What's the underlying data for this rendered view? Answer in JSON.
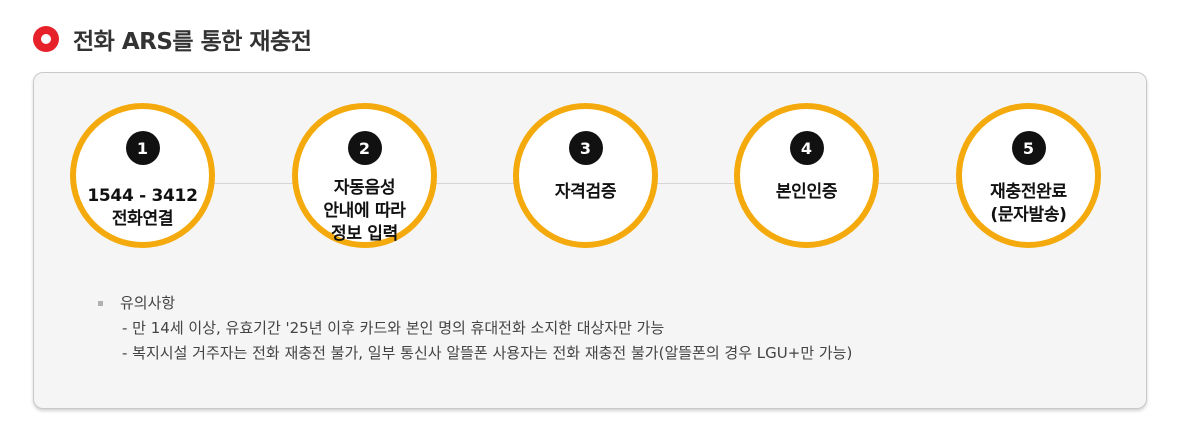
{
  "section": {
    "title": "전화 ARS를 통한 재충전",
    "icon": "target-icon"
  },
  "steps": [
    {
      "number": "1",
      "label": "1544 - 3412\n전화연결"
    },
    {
      "number": "2",
      "label": "자동음성\n안내에 따라\n정보 입력"
    },
    {
      "number": "3",
      "label": "자격검증"
    },
    {
      "number": "4",
      "label": "본인인증"
    },
    {
      "number": "5",
      "label": "재충전완료\n(문자발송)"
    }
  ],
  "notes": {
    "heading": "유의사항",
    "lines": [
      "- 만 14세 이상, 유효기간 '25년 이후 카드와 본인 명의 휴대전화 소지한 대상자만 가능",
      "- 복지시설 거주자는 전화 재충전 불가, 일부 통신사 알뜰폰 사용자는 전화 재충전 불가(알뜰폰의 경우 LGU+만 가능)"
    ]
  },
  "colors": {
    "accent_ring": "#f4aa0c",
    "title_icon": "#e6212a",
    "step_badge": "#111111"
  }
}
